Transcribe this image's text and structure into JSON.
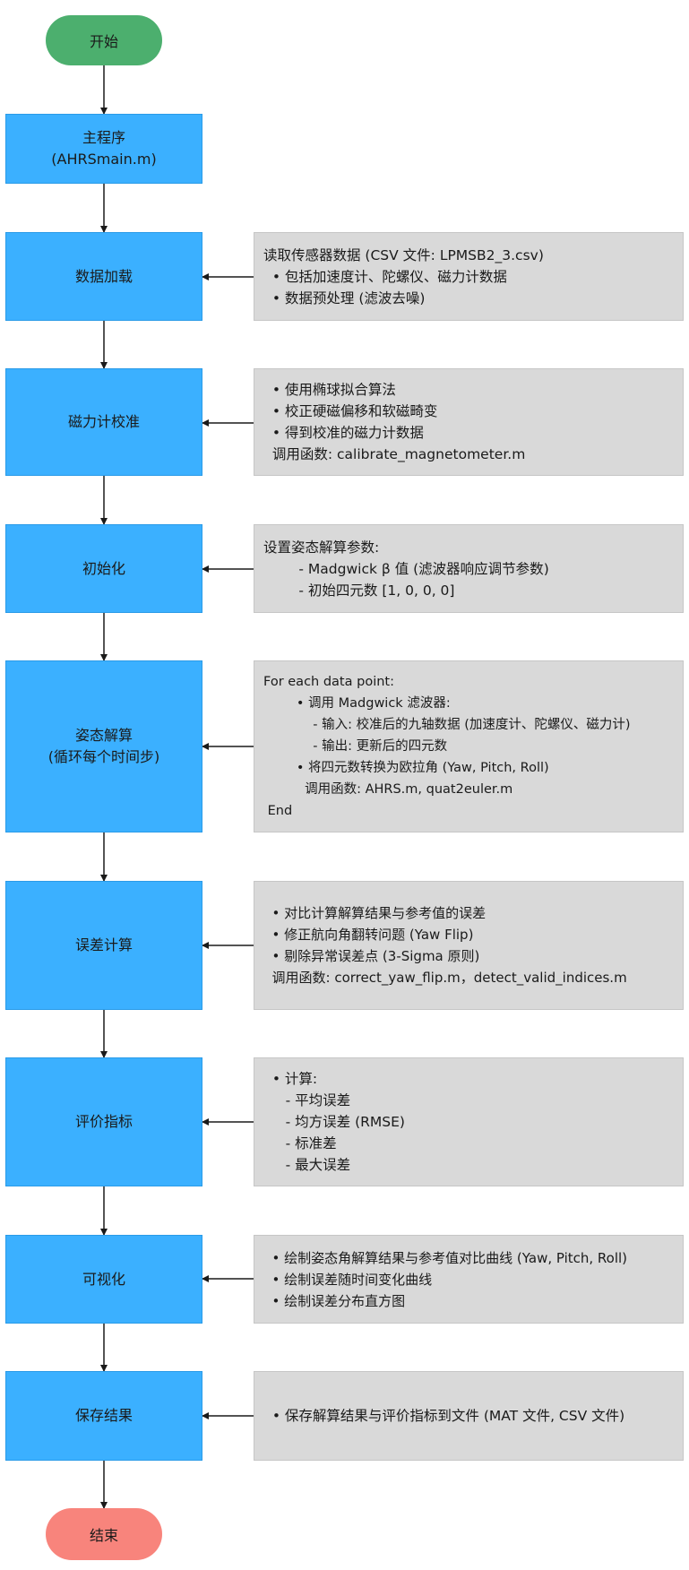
{
  "start_label": "开始",
  "end_label": "结束",
  "steps": [
    {
      "id": "main",
      "lines": [
        "主程序",
        "(AHRSmain.m)"
      ]
    },
    {
      "id": "load",
      "lines": [
        "数据加载"
      ]
    },
    {
      "id": "calib",
      "lines": [
        "磁力计校准"
      ]
    },
    {
      "id": "init",
      "lines": [
        "初始化"
      ]
    },
    {
      "id": "attitude",
      "lines": [
        "姿态解算",
        "(循环每个时间步)"
      ]
    },
    {
      "id": "error",
      "lines": [
        "误差计算"
      ]
    },
    {
      "id": "metrics",
      "lines": [
        "评价指标"
      ]
    },
    {
      "id": "visual",
      "lines": [
        "可视化"
      ]
    },
    {
      "id": "save",
      "lines": [
        "保存结果"
      ]
    }
  ],
  "notes": {
    "load": [
      "读取传感器数据 (CSV 文件: LPMSB2_3.csv)",
      "  • 包括加速度计、陀螺仪、磁力计数据",
      "  • 数据预处理 (滤波去噪)"
    ],
    "calib": [
      "  • 使用椭球拟合算法",
      "  • 校正硬磁偏移和软磁畸变",
      "  • 得到校准的磁力计数据",
      "  调用函数: calibrate_magnetometer.m"
    ],
    "init": [
      "设置姿态解算参数:",
      "        - Madgwick β 值 (滤波器响应调节参数)",
      "        - 初始四元数 [1, 0, 0, 0]"
    ],
    "attitude": [
      "For each data point:",
      "        • 调用 Madgwick 滤波器:",
      "            - 输入: 校准后的九轴数据 (加速度计、陀螺仪、磁力计)",
      "            - 输出: 更新后的四元数",
      "        • 将四元数转换为欧拉角 (Yaw, Pitch, Roll)",
      "          调用函数: AHRS.m, quat2euler.m",
      " End"
    ],
    "error": [
      "  • 对比计算解算结果与参考值的误差",
      "  • 修正航向角翻转问题 (Yaw Flip)",
      "  • 剔除异常误差点 (3-Sigma 原则)",
      "  调用函数: correct_yaw_flip.m，detect_valid_indices.m"
    ],
    "metrics": [
      "  • 计算:",
      "     - 平均误差",
      "     - 均方误差 (RMSE)",
      "     - 标准差",
      "     - 最大误差"
    ],
    "visual": [
      "  • 绘制姿态角解算结果与参考值对比曲线 (Yaw, Pitch, Roll)",
      "  • 绘制误差随时间变化曲线",
      "  • 绘制误差分布直方图"
    ],
    "save": [
      "  • 保存解算结果与评价指标到文件 (MAT 文件, CSV 文件)"
    ]
  },
  "colors": {
    "start": "#4caf6e",
    "end": "#f8847c",
    "step": "#3bb0ff",
    "note": "#d9d9d9",
    "connector": "#1a1a1a"
  }
}
